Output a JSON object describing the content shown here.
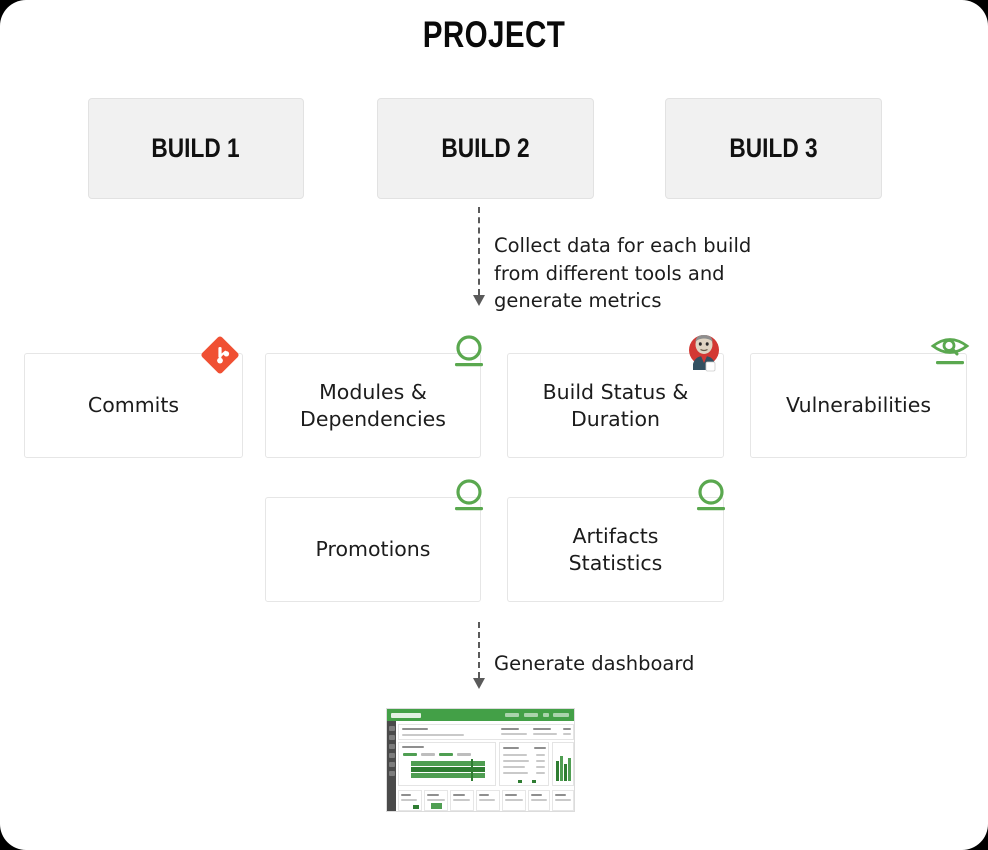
{
  "diagram": {
    "title": "PROJECT",
    "background_color": "#ffffff",
    "accent_green": "#43a047",
    "accent_git": "#f05033",
    "arrow_color": "#5a5a5a"
  },
  "builds": [
    {
      "label": "BUILD 1",
      "name": "build-1"
    },
    {
      "label": "BUILD 2",
      "name": "build-2"
    },
    {
      "label": "BUILD 3",
      "name": "build-3"
    }
  ],
  "arrows": [
    {
      "name": "collect-arrow",
      "caption": "Collect data for each build\nfrom different tools and\ngenerate metrics"
    },
    {
      "name": "dashboard-arrow",
      "caption": "Generate dashboard"
    }
  ],
  "metric_cards": [
    {
      "label": "Commits",
      "icon": "git-icon",
      "tool": "Git"
    },
    {
      "label": "Modules &\nDependencies",
      "icon": "jfrog-artifactory-icon",
      "tool": "JFrog Artifactory"
    },
    {
      "label": "Build Status &\nDuration",
      "icon": "jenkins-icon",
      "tool": "Jenkins"
    },
    {
      "label": "Vulnerabilities",
      "icon": "jfrog-xray-icon",
      "tool": "JFrog Xray"
    },
    {
      "label": "Promotions",
      "icon": "jfrog-artifactory-icon",
      "tool": "JFrog Artifactory"
    },
    {
      "label": "Artifacts\nStatistics",
      "icon": "jfrog-artifactory-icon",
      "tool": "JFrog Artifactory"
    }
  ],
  "dashboard_preview": {
    "name": "dashboard-screenshot-thumbnail",
    "header_color": "#43a047",
    "sidebar_color": "#4a4a4a",
    "chart_color": "#2f7d32"
  }
}
